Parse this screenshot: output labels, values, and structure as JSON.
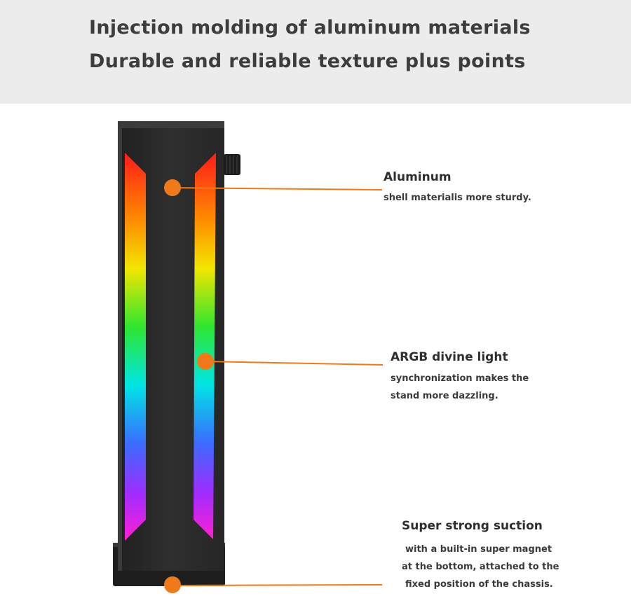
{
  "header": {
    "line1": "Injection molding of aluminum materials",
    "line2": "Durable and reliable texture plus points"
  },
  "colors": {
    "header_bg": "#ececec",
    "accent": "#f07a1a",
    "stand_body": "#2b2b2b"
  },
  "callouts": [
    {
      "title": "Aluminum",
      "lines": [
        "shell materialis more sturdy."
      ]
    },
    {
      "title": "ARGB divine light",
      "lines": [
        "synchronization makes the",
        "stand more dazzling."
      ]
    },
    {
      "title": "Super strong suction",
      "lines": [
        "with a built-in super magnet",
        "at the bottom, attached to the",
        "fixed position of the chassis."
      ]
    }
  ]
}
